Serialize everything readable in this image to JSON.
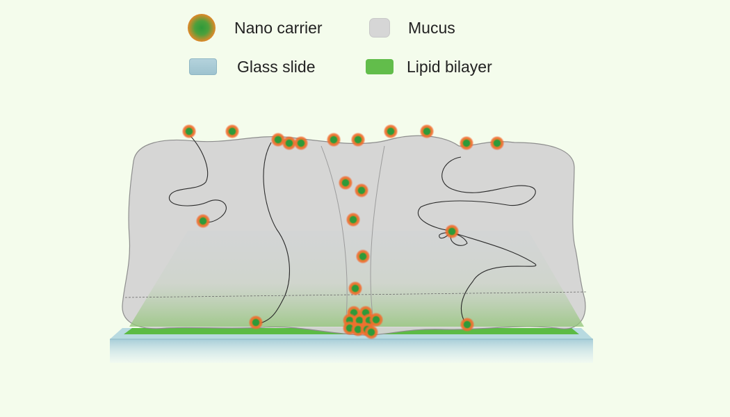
{
  "legend": {
    "nano_carrier": "Nano carrier",
    "mucus": "Mucus",
    "glass_slide": "Glass slide",
    "lipid_bilayer": "Lipid bilayer"
  },
  "colors": {
    "background": "#f4fcec",
    "mucus": "#d6d6d6",
    "glass_slide": "#a9cdd8",
    "lipid_bilayer": "#62bd4b",
    "nano_carrier_core": "#2e9a3a",
    "nano_carrier_halo": "#f36a2e"
  },
  "icons": {
    "nano_carrier": "nano-carrier-icon",
    "mucus": "mucus-swatch-icon",
    "glass_slide": "glass-slide-swatch-icon",
    "lipid_bilayer": "lipid-bilayer-swatch-icon"
  }
}
